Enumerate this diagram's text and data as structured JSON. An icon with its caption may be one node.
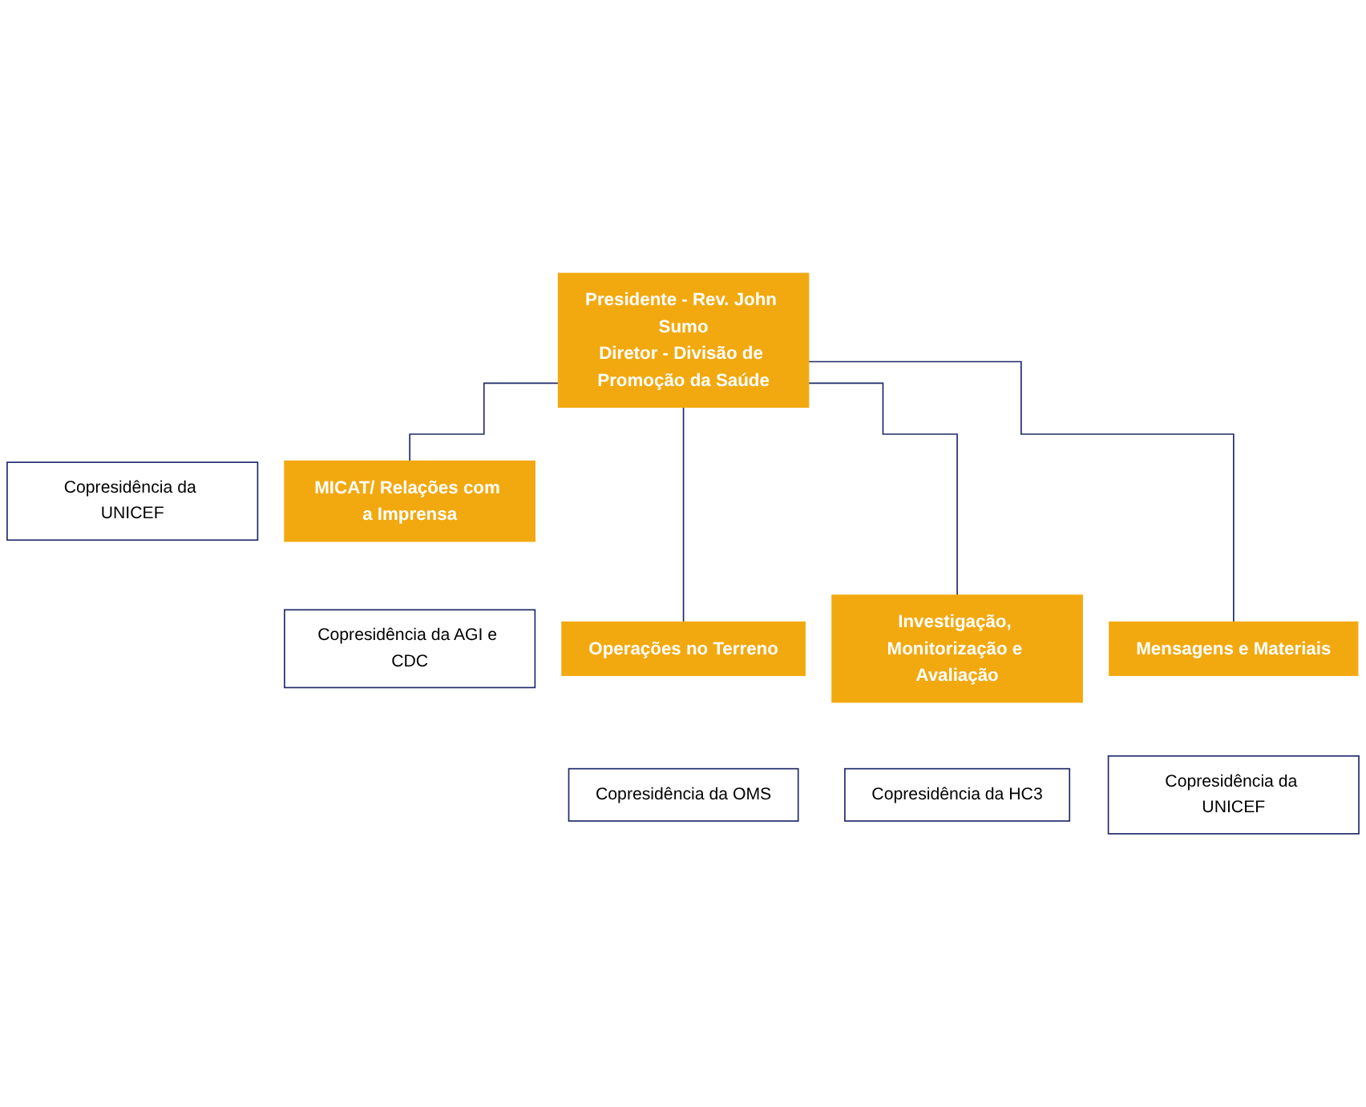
{
  "diagram": {
    "nodes": [
      {
        "text": [
          "Presidente - Rev. John Sumo",
          "Diretor - Divisão de Promoção da Saúde"
        ]
      },
      {
        "text": [
          "Copresidência da UNICEF"
        ]
      },
      {
        "text": [
          "MICAT/ Relações com a Imprensa"
        ]
      },
      {
        "text": [
          "Copresidência da AGI e CDC"
        ]
      },
      {
        "text": [
          "Operações no Terreno"
        ]
      },
      {
        "text": [
          "Copresidência da OMS"
        ]
      },
      {
        "text": [
          "Investigação, Monitorização e Avaliação"
        ]
      },
      {
        "text": [
          "Copresidência da HC3"
        ]
      },
      {
        "text": [
          "Mensagens e Materiais"
        ]
      },
      {
        "text": [
          "Copresidência da UNICEF"
        ]
      }
    ],
    "edges": [
      {
        "from": 0,
        "to": 2,
        "arrow": "none"
      },
      {
        "from": 0,
        "to": 4,
        "arrow": "none"
      },
      {
        "from": 0,
        "to": 6,
        "arrow": "none"
      },
      {
        "from": 0,
        "to": 8,
        "arrow": "none"
      }
    ]
  }
}
